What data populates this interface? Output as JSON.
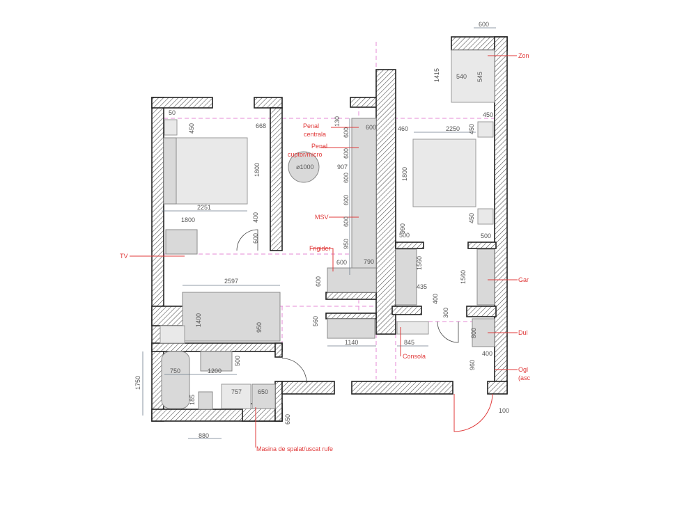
{
  "labels": {
    "zona": "Zon",
    "penal_centrala_1": "Penal",
    "penal_centrala_2": "centrala",
    "penal_cuptor_1": "Penal",
    "penal_cuptor_2": "cuptor/micro",
    "msv": "MSV",
    "frigider": "Frigider",
    "tv": "TV",
    "garderoba": "Gar",
    "dulap": "Dul",
    "consola": "Consola",
    "oglinda_1": "Ogl",
    "oglinda_2": "(asc",
    "masina": "Masina de spalat/uscat rufe"
  },
  "dimensions": [
    "600",
    "1415",
    "540",
    "545",
    "668",
    "450",
    "50",
    "130",
    "600",
    "460",
    "2250",
    "450",
    "450",
    "1800",
    "600",
    "600",
    "600",
    "600",
    "600",
    "907",
    "ø1000",
    "1800",
    "2251",
    "1800",
    "400",
    "600",
    "990",
    "450",
    "500",
    "500",
    "950",
    "600",
    "790",
    "1560",
    "1560",
    "2597",
    "600",
    "435",
    "400",
    "300",
    "1400",
    "950",
    "560",
    "800",
    "400",
    "1140",
    "845",
    "960",
    "1750",
    "750",
    "1200",
    "500",
    "757",
    "650",
    "185",
    "650",
    "880",
    "100"
  ],
  "colors": {
    "annotation": "#e03a3a",
    "axis_lines": "#e58ad6",
    "wall": "#222222",
    "furniture": "#d9d9d9"
  }
}
